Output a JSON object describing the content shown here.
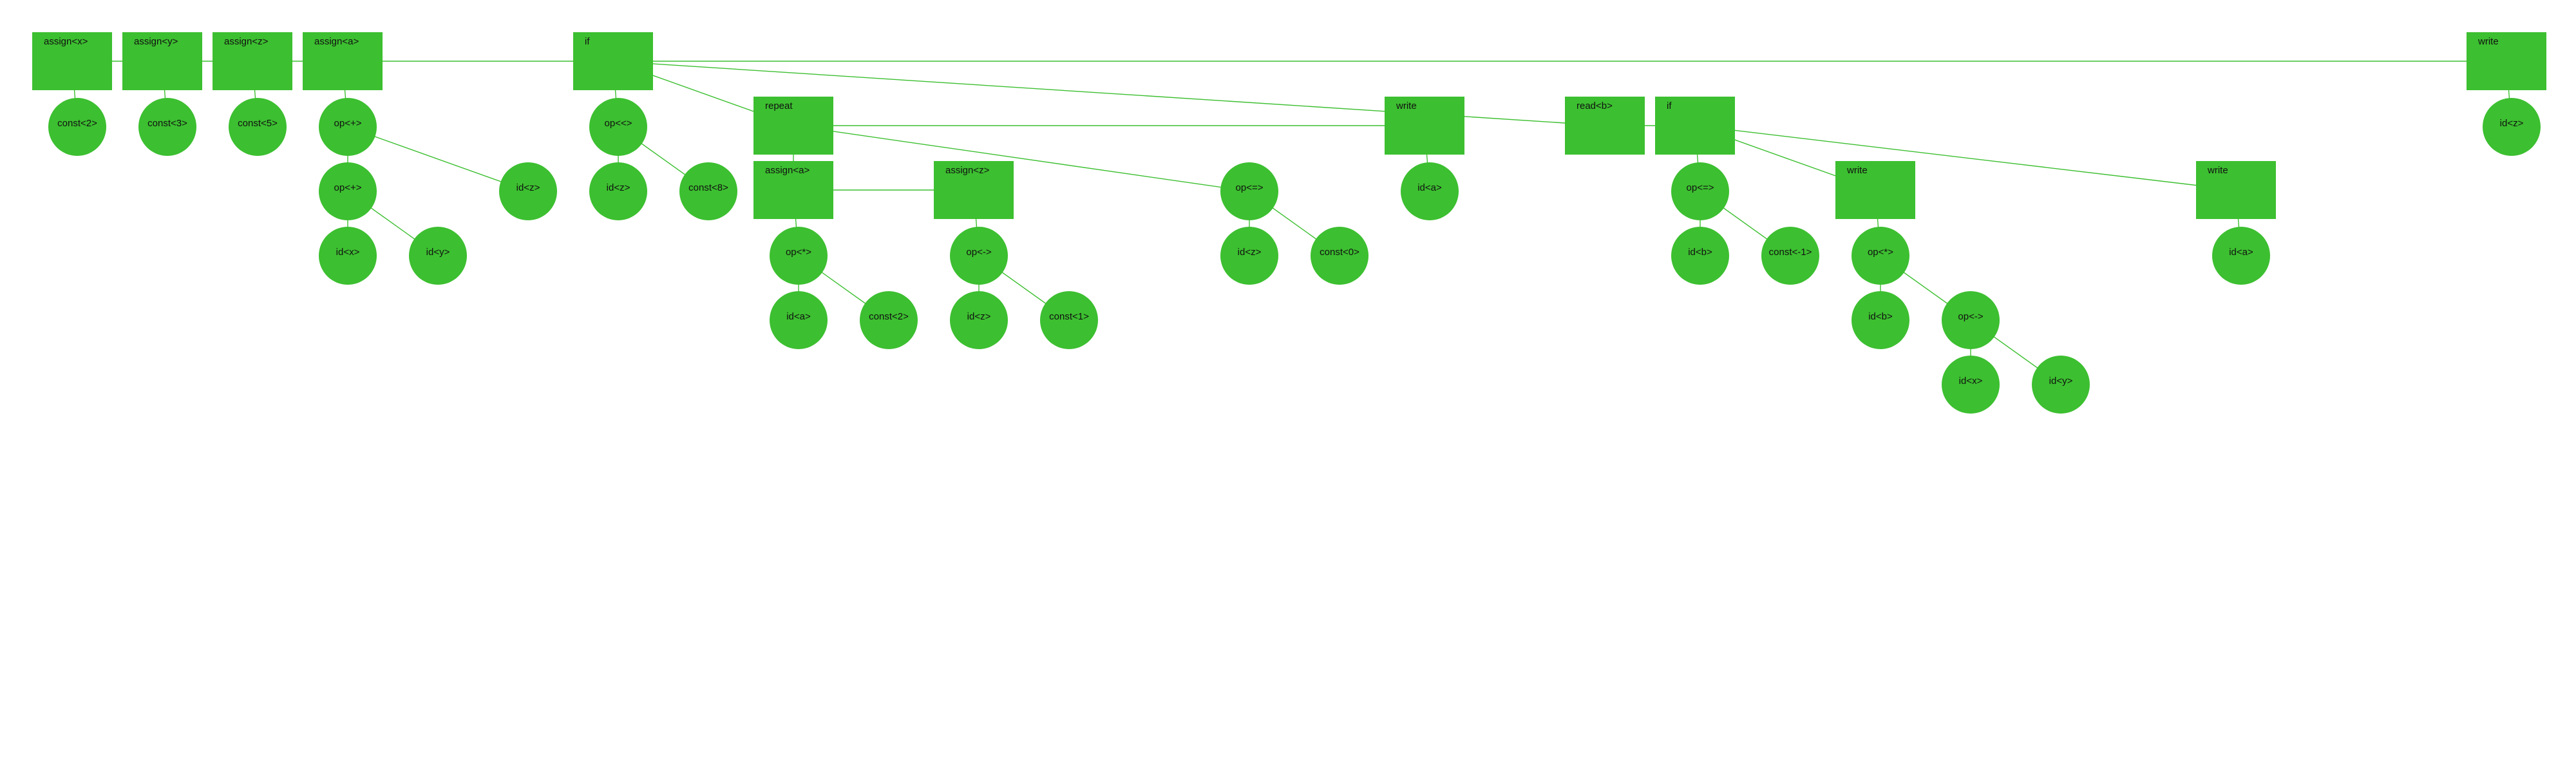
{
  "diagram": {
    "type": "syntax-tree",
    "colors": {
      "node": "#3cbf30",
      "edge": "#3cbf30",
      "text": "#111111",
      "background": "#ffffff"
    },
    "nodes": [
      {
        "id": "n1",
        "label": "assign<x>",
        "shape": "box"
      },
      {
        "id": "n2",
        "label": "const<2>",
        "shape": "circle"
      },
      {
        "id": "n3",
        "label": "assign<y>",
        "shape": "box"
      },
      {
        "id": "n4",
        "label": "const<3>",
        "shape": "circle"
      },
      {
        "id": "n5",
        "label": "assign<z>",
        "shape": "box"
      },
      {
        "id": "n6",
        "label": "const<5>",
        "shape": "circle"
      },
      {
        "id": "n7",
        "label": "assign<a>",
        "shape": "box"
      },
      {
        "id": "n8",
        "label": "op<+>",
        "shape": "circle"
      },
      {
        "id": "n9",
        "label": "op<+>",
        "shape": "circle"
      },
      {
        "id": "n10",
        "label": "id<x>",
        "shape": "circle"
      },
      {
        "id": "n11",
        "label": "id<y>",
        "shape": "circle"
      },
      {
        "id": "n12",
        "label": "id<z>",
        "shape": "circle"
      },
      {
        "id": "n13",
        "label": "if",
        "shape": "box"
      },
      {
        "id": "n14",
        "label": "op<<>",
        "shape": "circle"
      },
      {
        "id": "n15",
        "label": "id<z>",
        "shape": "circle"
      },
      {
        "id": "n16",
        "label": "const<8>",
        "shape": "circle"
      },
      {
        "id": "n17",
        "label": "repeat",
        "shape": "box"
      },
      {
        "id": "n18",
        "label": "assign<a>",
        "shape": "box"
      },
      {
        "id": "n19",
        "label": "op<*>",
        "shape": "circle"
      },
      {
        "id": "n20",
        "label": "id<a>",
        "shape": "circle"
      },
      {
        "id": "n21",
        "label": "const<2>",
        "shape": "circle"
      },
      {
        "id": "n22",
        "label": "assign<z>",
        "shape": "box"
      },
      {
        "id": "n23",
        "label": "op<->",
        "shape": "circle"
      },
      {
        "id": "n24",
        "label": "id<z>",
        "shape": "circle"
      },
      {
        "id": "n25",
        "label": "const<1>",
        "shape": "circle"
      },
      {
        "id": "n26",
        "label": "op<=>",
        "shape": "circle"
      },
      {
        "id": "n27",
        "label": "id<z>",
        "shape": "circle"
      },
      {
        "id": "n28",
        "label": "const<0>",
        "shape": "circle"
      },
      {
        "id": "n29",
        "label": "write",
        "shape": "box"
      },
      {
        "id": "n30",
        "label": "id<a>",
        "shape": "circle"
      },
      {
        "id": "n31",
        "label": "read<b>",
        "shape": "box"
      },
      {
        "id": "n32",
        "label": "if",
        "shape": "box"
      },
      {
        "id": "n33",
        "label": "op<=>",
        "shape": "circle"
      },
      {
        "id": "n34",
        "label": "id<b>",
        "shape": "circle"
      },
      {
        "id": "n35",
        "label": "const<-1>",
        "shape": "circle"
      },
      {
        "id": "n36",
        "label": "write",
        "shape": "box"
      },
      {
        "id": "n37",
        "label": "op<*>",
        "shape": "circle"
      },
      {
        "id": "n38",
        "label": "id<b>",
        "shape": "circle"
      },
      {
        "id": "n39",
        "label": "op<->",
        "shape": "circle"
      },
      {
        "id": "n40",
        "label": "id<x>",
        "shape": "circle"
      },
      {
        "id": "n41",
        "label": "id<y>",
        "shape": "circle"
      },
      {
        "id": "n42",
        "label": "write",
        "shape": "box"
      },
      {
        "id": "n43",
        "label": "id<a>",
        "shape": "circle"
      },
      {
        "id": "n44",
        "label": "write",
        "shape": "box"
      },
      {
        "id": "n45",
        "label": "id<z>",
        "shape": "circle"
      }
    ],
    "edges": [
      [
        "n1",
        "n3"
      ],
      [
        "n3",
        "n5"
      ],
      [
        "n5",
        "n7"
      ],
      [
        "n7",
        "n13"
      ],
      [
        "n13",
        "n44"
      ],
      [
        "n13",
        "n31"
      ],
      [
        "n1",
        "n2"
      ],
      [
        "n3",
        "n4"
      ],
      [
        "n5",
        "n6"
      ],
      [
        "n7",
        "n8"
      ],
      [
        "n8",
        "n9"
      ],
      [
        "n8",
        "n12"
      ],
      [
        "n9",
        "n10"
      ],
      [
        "n9",
        "n11"
      ],
      [
        "n13",
        "n14"
      ],
      [
        "n13",
        "n17"
      ],
      [
        "n14",
        "n15"
      ],
      [
        "n14",
        "n16"
      ],
      [
        "n17",
        "n29"
      ],
      [
        "n17",
        "n18"
      ],
      [
        "n17",
        "n26"
      ],
      [
        "n18",
        "n22"
      ],
      [
        "n18",
        "n19"
      ],
      [
        "n19",
        "n20"
      ],
      [
        "n19",
        "n21"
      ],
      [
        "n22",
        "n23"
      ],
      [
        "n23",
        "n24"
      ],
      [
        "n23",
        "n25"
      ],
      [
        "n26",
        "n27"
      ],
      [
        "n26",
        "n28"
      ],
      [
        "n29",
        "n30"
      ],
      [
        "n31",
        "n32"
      ],
      [
        "n32",
        "n33"
      ],
      [
        "n32",
        "n36"
      ],
      [
        "n32",
        "n42"
      ],
      [
        "n33",
        "n34"
      ],
      [
        "n33",
        "n35"
      ],
      [
        "n36",
        "n37"
      ],
      [
        "n37",
        "n38"
      ],
      [
        "n37",
        "n39"
      ],
      [
        "n39",
        "n40"
      ],
      [
        "n39",
        "n41"
      ],
      [
        "n42",
        "n43"
      ],
      [
        "n44",
        "n45"
      ]
    ]
  }
}
